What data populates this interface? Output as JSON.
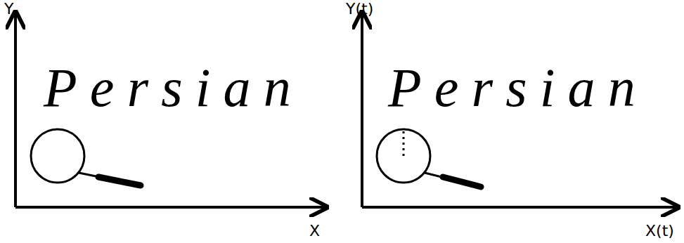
{
  "diagram": {
    "labels": [
      "Y",
      "X",
      "Persian",
      "Y(t)",
      "X(t)",
      "Persian"
    ]
  }
}
